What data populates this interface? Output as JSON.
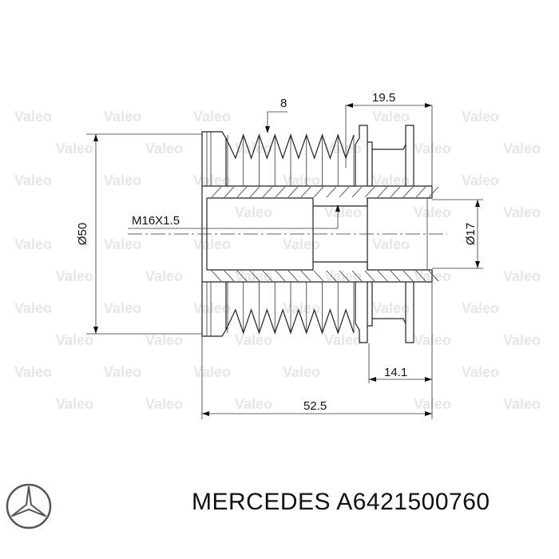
{
  "watermark": "Valeo",
  "dimensions": {
    "groove_count": "8",
    "length_right": "19.5",
    "thread": "M16X1.5",
    "outer_diameter": "Ø50",
    "bore_diameter": "Ø17",
    "length_hub": "14.1",
    "total_length": "52.5"
  },
  "caption": {
    "brand": "MERCEDES",
    "part_number": "A6421500760"
  },
  "logo": "mercedes-star"
}
